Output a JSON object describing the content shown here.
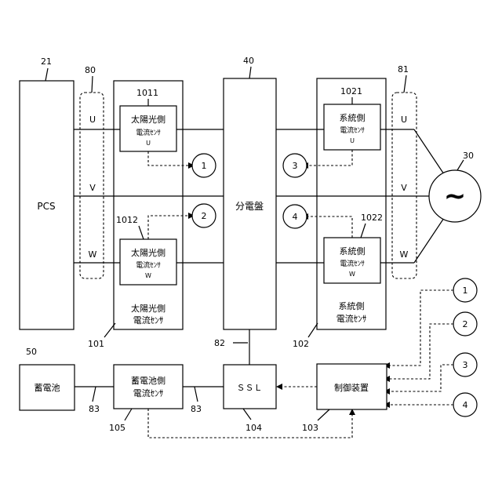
{
  "refs": {
    "pcs": "21",
    "terminal_left": "80",
    "terminal_right": "81",
    "dist_board": "40",
    "grid": "30",
    "solar_sensor_u": "1011",
    "solar_sensor_w": "1012",
    "grid_sensor_u": "1021",
    "grid_sensor_w": "1022",
    "solar_group": "101",
    "grid_group": "102",
    "battery": "50",
    "wire_left": "83",
    "wire_mid": "83",
    "wire_board": "82",
    "battery_sensor": "105",
    "ssl": "104",
    "controller": "103"
  },
  "labels": {
    "pcs": "PCS",
    "dist_board": "分電盤",
    "phase_u": "U",
    "phase_v": "V",
    "phase_w": "W",
    "solar_sensor_line1": "太陽光側",
    "solar_sensor_line2": "電流ｾﾝｻ",
    "grid_sensor_line1": "系統側",
    "grid_sensor_line2": "電流ｾﾝｻ",
    "solar_group_line1": "太陽光側",
    "solar_group_line2": "電流ｾﾝｻ",
    "grid_group_line1": "系統側",
    "grid_group_line2": "電流ｾﾝｻ",
    "battery": "蓄電池",
    "battery_sensor_line1": "蓄電池側",
    "battery_sensor_line2": "電流ｾﾝｻ",
    "ssl": "ＳＳＬ",
    "controller": "制御装置",
    "ac_symbol": "~"
  },
  "signals": [
    "1",
    "2",
    "3",
    "4"
  ]
}
